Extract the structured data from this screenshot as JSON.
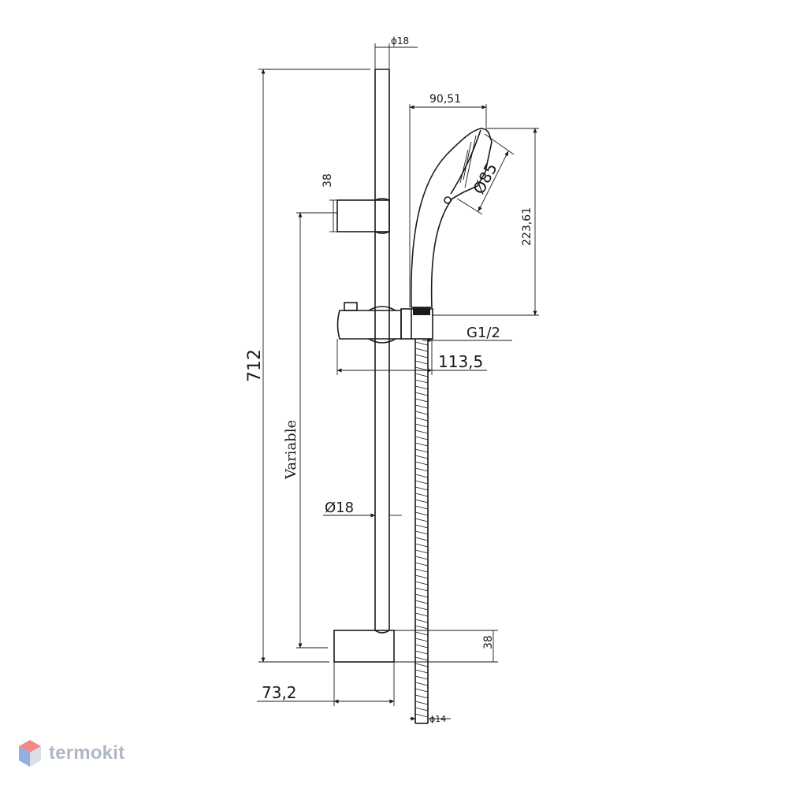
{
  "diagram": {
    "dimensions": {
      "rail_top_diameter": "ϕ18",
      "handshower_width": "90,51",
      "head_diameter": "Ø85",
      "handshower_height": "223,61",
      "holder_height": "38",
      "thread": "G1/2",
      "holder_depth": "113,5",
      "total_height": "712",
      "slide_range": "Variable",
      "rail_diameter": "Ø18",
      "bracket_height": "38",
      "bracket_depth": "73,2",
      "hose_diameter": "ϕ14"
    }
  },
  "watermark": {
    "brand": "termokit",
    "colors": {
      "top": "#f08a8a",
      "left": "#8fb0e0",
      "right": "#d8dde6"
    }
  }
}
